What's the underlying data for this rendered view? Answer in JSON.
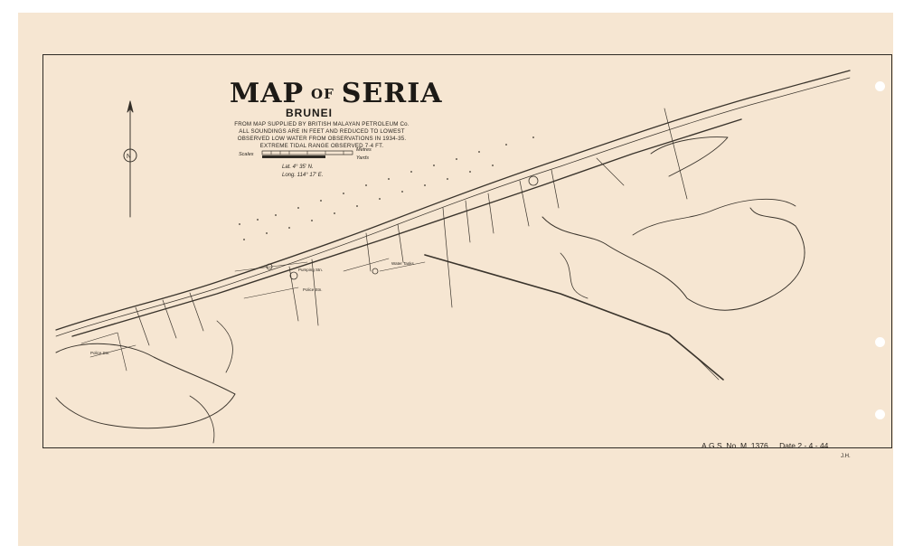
{
  "map": {
    "title_main": "MAP",
    "title_of": "OF",
    "title_place": "SERIA",
    "subtitle": "BRUNEI",
    "notes": [
      "FROM MAP SUPPLIED BY BRITISH MALAYAN PETROLEUM Co.",
      "ALL SOUNDINGS ARE IN FEET AND REDUCED TO LOWEST",
      "OBSERVED LOW WATER FROM OBSERVATIONS IN 1934-35.",
      "EXTREME TIDAL RANGE OBSERVED 7·4 FT."
    ],
    "scale": {
      "label_left": "Scales",
      "label_metres": "Metres",
      "label_yards": "Yards"
    },
    "lat": "Lat.  4° 35' N.",
    "long": "Long. 114° 17' E.",
    "compass_letter": "N",
    "footer": {
      "ref": "A.G.S. No. M. 1376.",
      "date": "Date 2 - 4 - 44."
    },
    "initials": "J.H.",
    "place_labels": [
      "Pumping Stn.",
      "Police Stn.",
      "Water Tanks",
      "Police Stn."
    ]
  },
  "colors": {
    "paper": "#f6e6d2",
    "ink": "#2e2a24",
    "page": "#ffffff"
  }
}
